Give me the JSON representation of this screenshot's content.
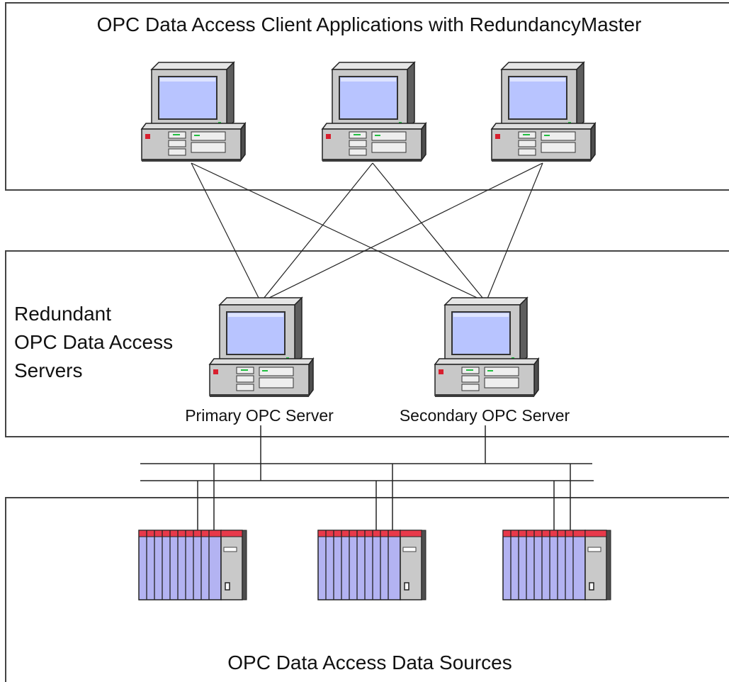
{
  "clients_tier": {
    "title": "OPC Data Access Client Applications with RedundancyMaster"
  },
  "servers_tier": {
    "title_lines": [
      "Redundant",
      "OPC Data Access",
      "Servers"
    ],
    "primary_label": "Primary OPC Server",
    "secondary_label": "Secondary OPC Server"
  },
  "sources_tier": {
    "title": "OPC Data Access Data Sources"
  },
  "icons": {
    "client": "desktop-computer-icon",
    "server": "desktop-computer-icon",
    "source": "plc-rack-icon"
  },
  "colors": {
    "screen": "#b8c4ff",
    "case": "#c8c8c8",
    "plc_module": "#b3b3f2",
    "plc_cap": "#e8394a",
    "line": "#222222"
  }
}
